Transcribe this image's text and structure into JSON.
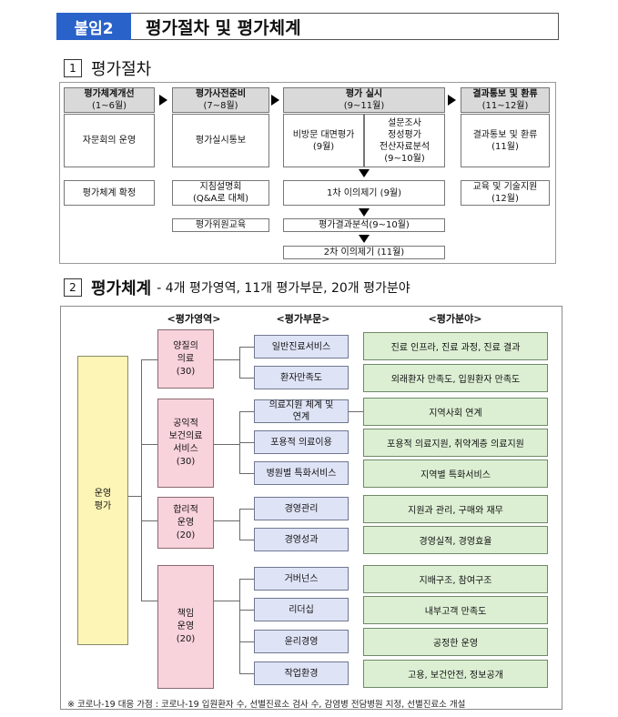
{
  "header": {
    "badge": "붙임2",
    "title": "평가절차 및 평가체계"
  },
  "section1": {
    "num": "1",
    "title": "평가절차"
  },
  "process": {
    "stages": [
      {
        "title": "평가체계개선",
        "period": "(1~6월)"
      },
      {
        "title": "평가사전준비",
        "period": "(7~8월)"
      },
      {
        "title": "평가 실시",
        "period": "(9~11월)"
      },
      {
        "title": "결과통보 및 환류",
        "period": "(11~12월)"
      }
    ],
    "s1_box1": "자문회의 운영",
    "s1_box2": "평가체계 확정",
    "s2_box1": "평가실시통보",
    "s2_box2_l1": "지침설명회",
    "s2_box2_l2": "(Q&A로 대체)",
    "s2_box3": "평가위원교육",
    "s3_left_l1": "비방문 대면평가",
    "s3_left_l2": "(9월)",
    "s3_right_l1": "설문조사",
    "s3_right_l2": "정성평가",
    "s3_right_l3": "전산자료분석",
    "s3_right_l4": "(9~10월)",
    "s3_step1": "1차 이의제기 (9월)",
    "s3_step2": "평가결과분석(9~10월)",
    "s3_step3": "2차 이의제기 (11월)",
    "s4_box1_l1": "결과통보 및 환류",
    "s4_box1_l2": "(11월)",
    "s4_box2_l1": "교육 및 기술지원",
    "s4_box2_l2": "(12월)"
  },
  "section2": {
    "num": "2",
    "title": "평가체계",
    "subtitle": "- 4개 평가영역, 11개 평가부문, 20개 평가분야"
  },
  "system": {
    "col_headers": [
      "<평가영역>",
      "<평가부문>",
      "<평가분야>"
    ],
    "root_l1": "운영",
    "root_l2": "평가",
    "areas": [
      {
        "l1": "양질의",
        "l2": "의료",
        "l3": "(30)"
      },
      {
        "l1": "공익적",
        "l2": "보건의료",
        "l3": "서비스",
        "l4": "(30)"
      },
      {
        "l1": "합리적",
        "l2": "운영",
        "l3": "(20)"
      },
      {
        "l1": "책임",
        "l2": "운영",
        "l3": "(20)"
      }
    ],
    "divisions": [
      "일반진료서비스",
      "환자만족도",
      "의료지원 체계 및",
      "연계",
      "포용적 의료이용",
      "병원별 특화서비스",
      "경영관리",
      "경영성과",
      "거버넌스",
      "리더십",
      "윤리경영",
      "작업환경"
    ],
    "fields": [
      "진료 인프라, 진료 과정, 진료 결과",
      "외래환자 만족도, 입원환자 만족도",
      "지역사회 연계",
      "포용적 의료지원, 취약계층 의료지원",
      "지역별 특화서비스",
      "지원과 관리, 구매와 재무",
      "경영실적, 경영효율",
      "지배구조, 참여구조",
      "내부고객 만족도",
      "공정한 운영",
      "고용, 보건안전, 정보공개"
    ],
    "note": "※ 코로나-19 대응 가점 : 코로나-19 입원환자 수, 선별진료소 검사 수, 감염병 전담병원 지정, 선별진료소 개설"
  }
}
